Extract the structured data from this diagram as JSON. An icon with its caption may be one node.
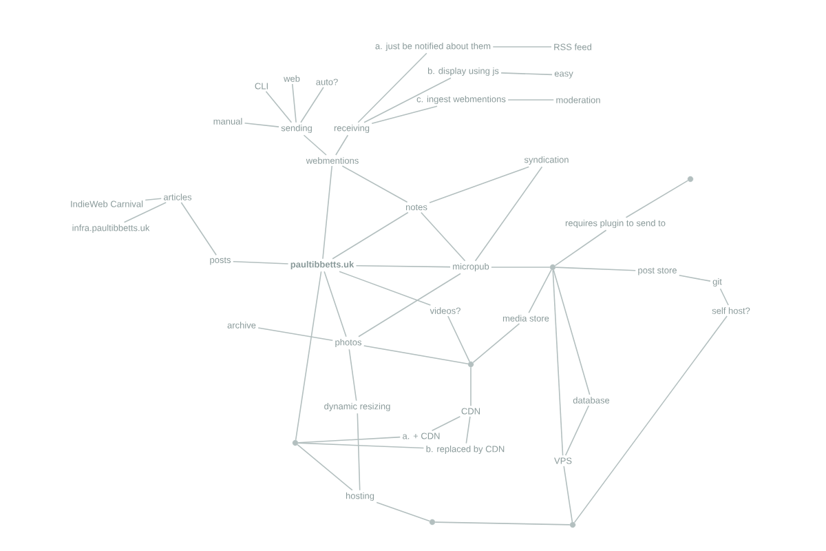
{
  "diagram": {
    "nodes": [
      {
        "text": [
          "a. just be notified about them"
        ]
      },
      {
        "text": [
          "RSS feed"
        ]
      },
      {
        "text": [
          "b. display using js"
        ]
      },
      {
        "text": [
          "easy"
        ]
      },
      {
        "text": [
          "c. ingest webmentions"
        ]
      },
      {
        "text": [
          "moderation"
        ]
      },
      {
        "text": [
          "web"
        ]
      },
      {
        "text": [
          "auto?"
        ]
      },
      {
        "text": [
          "CLI"
        ]
      },
      {
        "text": [
          "manual"
        ]
      },
      {
        "text": [
          "sending"
        ]
      },
      {
        "text": [
          "receiving"
        ]
      },
      {
        "text": [
          "webmentions"
        ]
      },
      {
        "text": [
          "syndication"
        ]
      },
      {
        "text": [],
        "shape": "circle"
      },
      {
        "text": [
          "IndieWeb Carnival"
        ]
      },
      {
        "text": [
          "articles"
        ]
      },
      {
        "text": [
          "notes"
        ]
      },
      {
        "text": [
          "requires plugin to send to"
        ]
      },
      {
        "text": [
          "infra.paultibbetts.uk"
        ]
      },
      {
        "text": [
          "posts"
        ]
      },
      {
        "text": [
          "paultibbetts.uk"
        ]
      },
      {
        "text": [
          "micropub"
        ]
      },
      {
        "text": [],
        "shape": "circle"
      },
      {
        "text": [
          "post store"
        ]
      },
      {
        "text": [
          "git"
        ]
      },
      {
        "text": [
          "videos?"
        ]
      },
      {
        "text": [
          "self host?"
        ]
      },
      {
        "text": [
          "media store"
        ]
      },
      {
        "text": [
          "archive"
        ]
      },
      {
        "text": [
          "photos"
        ]
      },
      {
        "text": [],
        "shape": "circle"
      },
      {
        "text": [
          "database"
        ]
      },
      {
        "text": [
          "dynamic resizing"
        ]
      },
      {
        "text": [
          "CDN"
        ]
      },
      {
        "text": [
          "a. + CDN"
        ]
      },
      {
        "text": [],
        "shape": "circle"
      },
      {
        "text": [
          "b. replaced by CDN"
        ]
      },
      {
        "text": [
          "VPS"
        ]
      },
      {
        "text": [
          "hosting"
        ]
      },
      {
        "text": [],
        "shape": "circle"
      },
      {
        "text": [],
        "shape": "circle"
      }
    ],
    "edges": [
      {
        "from": 11,
        "to": 0,
        "arrow": "none"
      },
      {
        "from": 11,
        "to": 2,
        "arrow": "none"
      },
      {
        "from": 11,
        "to": 4,
        "arrow": "none"
      },
      {
        "from": 0,
        "to": 1,
        "arrow": "none"
      },
      {
        "from": 2,
        "to": 3,
        "arrow": "none"
      },
      {
        "from": 4,
        "to": 5,
        "arrow": "none"
      },
      {
        "from": 10,
        "to": 8,
        "arrow": "none"
      },
      {
        "from": 10,
        "to": 6,
        "arrow": "none"
      },
      {
        "from": 10,
        "to": 7,
        "arrow": "none"
      },
      {
        "from": 10,
        "to": 9,
        "arrow": "none"
      },
      {
        "from": 12,
        "to": 10,
        "arrow": "none"
      },
      {
        "from": 12,
        "to": 11,
        "arrow": "none"
      },
      {
        "from": 12,
        "to": 17,
        "arrow": "none"
      },
      {
        "from": 21,
        "to": 12,
        "arrow": "none"
      },
      {
        "from": 17,
        "to": 13,
        "arrow": "none"
      },
      {
        "from": 22,
        "to": 13,
        "arrow": "none"
      },
      {
        "from": 21,
        "to": 17,
        "arrow": "none"
      },
      {
        "from": 17,
        "to": 22,
        "arrow": "none"
      },
      {
        "from": 18,
        "to": 14,
        "arrow": "none"
      },
      {
        "from": 23,
        "to": 18,
        "arrow": "none"
      },
      {
        "from": 16,
        "to": 15,
        "arrow": "none"
      },
      {
        "from": 16,
        "to": 19,
        "arrow": "none"
      },
      {
        "from": 20,
        "to": 16,
        "arrow": "none"
      },
      {
        "from": 21,
        "to": 20,
        "arrow": "none"
      },
      {
        "from": 21,
        "to": 22,
        "arrow": "none"
      },
      {
        "from": 22,
        "to": 23,
        "arrow": "none"
      },
      {
        "from": 23,
        "to": 24,
        "arrow": "none"
      },
      {
        "from": 24,
        "to": 25,
        "arrow": "none"
      },
      {
        "from": 25,
        "to": 27,
        "arrow": "none"
      },
      {
        "from": 27,
        "to": 41,
        "arrow": "none"
      },
      {
        "from": 21,
        "to": 26,
        "arrow": "none"
      },
      {
        "from": 21,
        "to": 30,
        "arrow": "none"
      },
      {
        "from": 21,
        "to": 36,
        "arrow": "none"
      },
      {
        "from": 22,
        "to": 30,
        "arrow": "none"
      },
      {
        "from": 26,
        "to": 31,
        "arrow": "none"
      },
      {
        "from": 30,
        "to": 29,
        "arrow": "none"
      },
      {
        "from": 30,
        "to": 31,
        "arrow": "none"
      },
      {
        "from": 28,
        "to": 31,
        "arrow": "none"
      },
      {
        "from": 23,
        "to": 28,
        "arrow": "none"
      },
      {
        "from": 23,
        "to": 32,
        "arrow": "none"
      },
      {
        "from": 23,
        "to": 38,
        "arrow": "none"
      },
      {
        "from": 32,
        "to": 38,
        "arrow": "none"
      },
      {
        "from": 31,
        "to": 34,
        "arrow": "none"
      },
      {
        "from": 34,
        "to": 35,
        "arrow": "none"
      },
      {
        "from": 34,
        "to": 37,
        "arrow": "none"
      },
      {
        "from": 36,
        "to": 35,
        "arrow": "none"
      },
      {
        "from": 36,
        "to": 37,
        "arrow": "none"
      },
      {
        "from": 30,
        "to": 33,
        "arrow": "none"
      },
      {
        "from": 33,
        "to": 39,
        "arrow": "none"
      },
      {
        "from": 36,
        "to": 39,
        "arrow": "none"
      },
      {
        "from": 39,
        "to": 40,
        "arrow": "none"
      },
      {
        "from": 40,
        "to": 41,
        "arrow": "none"
      },
      {
        "from": 38,
        "to": 41,
        "arrow": "none"
      }
    ]
  }
}
